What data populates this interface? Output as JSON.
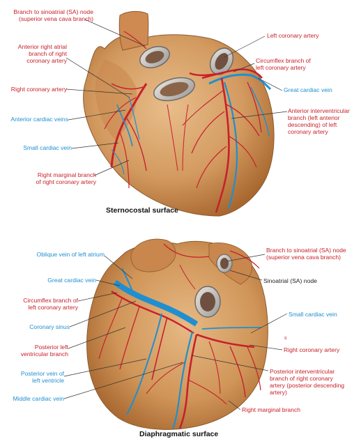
{
  "top_panel": {
    "caption": "Sternocostal surface",
    "labels": {
      "sa_branch": "Branch to sinoatrial (SA) node\n(superior vena cava branch)",
      "ant_right_atrial": "Anterior right atrial\nbranch of right\ncoronary artery",
      "right_coronary": "Right coronary artery",
      "ant_cardiac_veins": "Anterior cardiac veins",
      "small_cardiac_vein": "Small cardiac vein",
      "right_marginal": "Right marginal branch\nof right coronary artery",
      "left_coronary": "Left coronary artery",
      "circumflex": "Circumflex branch of\nleft coronary artery",
      "great_cardiac_vein": "Great cardiac vein",
      "ant_interventricular": "Anterior interventricular\nbranch (left anterior\ndescending) of left\ncoronary artery"
    }
  },
  "bottom_panel": {
    "caption": "Diaphragmatic surface",
    "labels": {
      "oblique_vein": "Oblique vein of left atrium",
      "great_cardiac_vein": "Great cardiac vein",
      "circumflex": "Circumflex branch of\nleft coronary artery",
      "coronary_sinus": "Coronary sinus",
      "post_left_vent": "Posterior left\nventricular branch",
      "post_vein_left_vent": "Posterior vein of\nleft ventricle",
      "middle_cardiac_vein": "Middle cardiac vein",
      "sa_branch": "Branch to sinoatrial (SA) node\n(superior vena cava branch)",
      "sa_node": "Sinoatrial (SA) node",
      "small_cardiac_vein": "Small cardiac vein",
      "right_coronary": "Right coronary artery",
      "post_interventricular": "Posterior interventricular\nbranch of right coronary\nartery (posterior descending\nartery)",
      "right_marginal": "Right marginal branch",
      "mark_s": "s"
    }
  },
  "colors": {
    "artery": "#c8202a",
    "vein": "#1f8fd0",
    "myocardium": "#d9a56f",
    "myocardium_shade": "#b9783f"
  }
}
